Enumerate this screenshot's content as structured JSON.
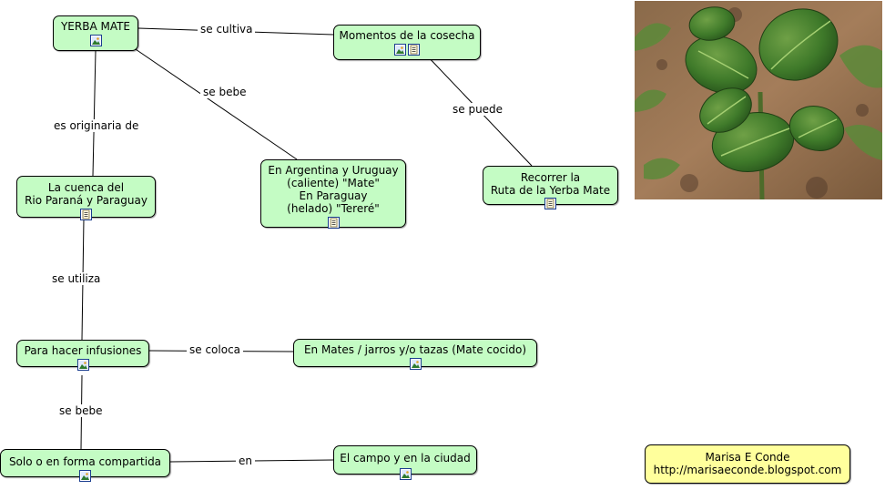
{
  "nodes": {
    "yerba_mate": "YERBA MATE",
    "momentos": "Momentos de la cosecha",
    "cuenca": "La cuenca del\nRio Paraná y Paraguay",
    "argentina": "En Argentina y Uruguay\n(caliente) \"Mate\"\nEn Paraguay\n(helado) \"Tereré\"",
    "recorrer": "Recorrer la\nRuta de la Yerba Mate",
    "infusiones": "Para hacer infusiones",
    "mates": "En Mates / jarros y/o tazas (Mate cocido)",
    "solo": "Solo o en forma compartida",
    "campo": "El campo y en la ciudad"
  },
  "links": {
    "se_cultiva": "se cultiva",
    "se_bebe_1": "se bebe",
    "es_originaria": "es originaria de",
    "se_puede": "se puede",
    "se_utiliza": "se utiliza",
    "se_coloca": "se coloca",
    "se_bebe_2": "se bebe",
    "en": "en"
  },
  "credit": {
    "author": "Marisa E Conde",
    "url": "http://marisaeconde.blogspot.com"
  },
  "colors": {
    "node_fill": "#c4fcc4",
    "credit_fill": "#ffff9c",
    "icon_border": "#1a3d8f"
  },
  "icons": {
    "image": "image-resource-icon",
    "document": "document-resource-icon"
  }
}
